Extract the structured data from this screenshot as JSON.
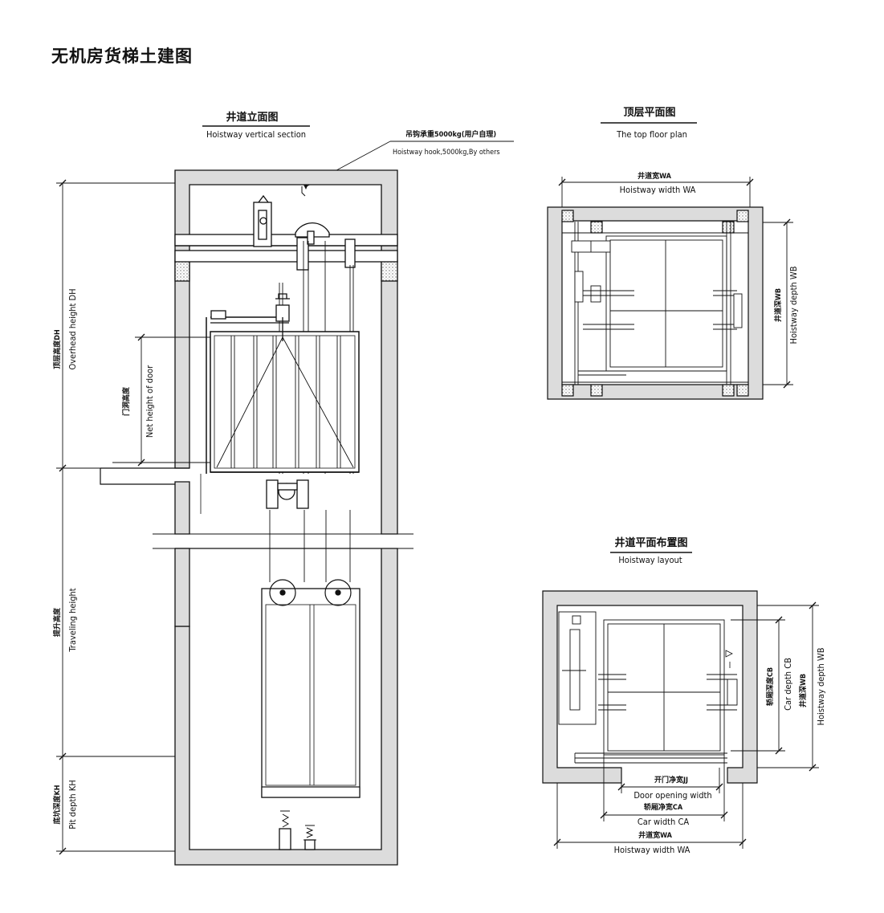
{
  "title": "无机房货梯土建图",
  "vertical_section": {
    "title_zh": "井道立面图",
    "title_en": "Hoistway vertical section",
    "hook_zh": "吊钩承重5000kg(用户自理)",
    "hook_en": "Hoistway hook,5000kg,By others",
    "overhead_zh": "顶层高度DH",
    "overhead_en": "Overhead height DH",
    "door_zh": "门洞高度",
    "door_en": "Net height of door",
    "travel_zh": "提升高度",
    "travel_en": "Traveling height",
    "pit_zh": "底坑深度KH",
    "pit_en": "Pit depth KH"
  },
  "top_floor_plan": {
    "title_zh": "顶层平面图",
    "title_en": "The top floor plan",
    "width_zh": "井道宽WA",
    "width_en": "Hoistway width WA",
    "depth_zh": "井道深WB",
    "depth_en": "Hoistway depth WB"
  },
  "hoistway_layout": {
    "title_zh": "井道平面布置图",
    "title_en": "Hoistway layout",
    "car_depth_zh": "轿厢深度CB",
    "car_depth_en": "Car depth CB",
    "hw_depth_zh": "井道深WB",
    "hw_depth_en": "Hoistway depth WB",
    "door_width_zh": "开门净宽JJ",
    "door_width_en": "Door opening width",
    "car_width_zh": "轿厢净宽CA",
    "car_width_en": "Car width CA",
    "hw_width_zh": "井道宽WA",
    "hw_width_en": "Hoistway width WA"
  }
}
